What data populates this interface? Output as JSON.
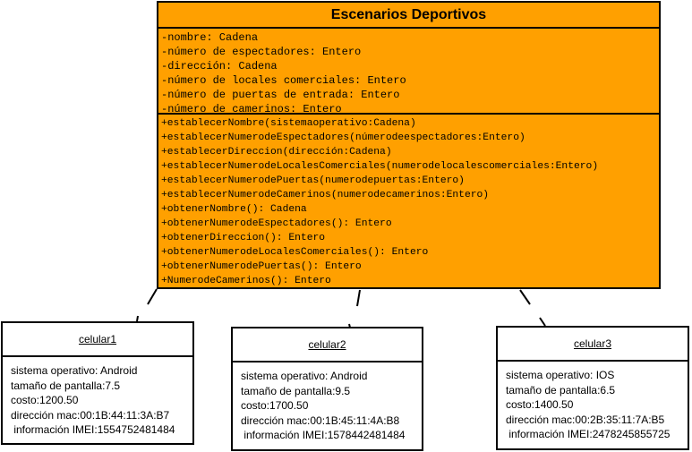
{
  "class_box": {
    "title": "Escenarios Deportivos",
    "attributes": [
      "-nombre: Cadena",
      "-número de espectadores: Entero",
      "-dirección: Cadena",
      "-número de locales comerciales: Entero",
      "-número de puertas de entrada: Entero",
      "-número de camerinos: Entero"
    ],
    "operations": [
      "+establecerNombre(sistemaoperativo:Cadena)",
      "+establecerNumerodeEspectadores(númerodeespectadores:Entero)",
      "+establecerDireccion(dirección:Cadena)",
      "+establecerNumerodeLocalesComerciales(numerodelocalescomerciales:Entero)",
      "+establecerNumerodePuertas(numerodepuertas:Entero)",
      "+establecerNumerodeCamerinos(numerodecamerinos:Entero)",
      "+obtenerNombre(): Cadena",
      "+obtenerNumerodeEspectadores(): Entero",
      "+obtenerDireccion(): Entero",
      "+obtenerNumerodeLocalesComerciales(): Entero",
      "+obtenerNumerodePuertas(): Entero",
      "+NumerodeCamerinos(): Entero"
    ],
    "fill_color": "#ffa000"
  },
  "objects": [
    {
      "title": "celular1",
      "lines": [
        "sistema operativo: Android",
        "tamaño de pantalla:7.5",
        "costo:1200.50",
        "dirección mac:00:1B:44:11:3A:B7",
        " información IMEI:1554752481484"
      ]
    },
    {
      "title": "celular2",
      "lines": [
        "sistema operativo: Android",
        "tamaño de pantalla:9.5",
        "costo:1700.50",
        "dirección mac:00:1B:45:11:4A:B8",
        " información IMEI:1578442481484"
      ]
    },
    {
      "title": "celular3",
      "lines": [
        "sistema operativo: IOS",
        "tamaño de pantalla:6.5",
        "costo:1400.50",
        "dirección mac:00:2B:35:11:7A:B5",
        " información IMEI:2478245855725"
      ]
    }
  ]
}
